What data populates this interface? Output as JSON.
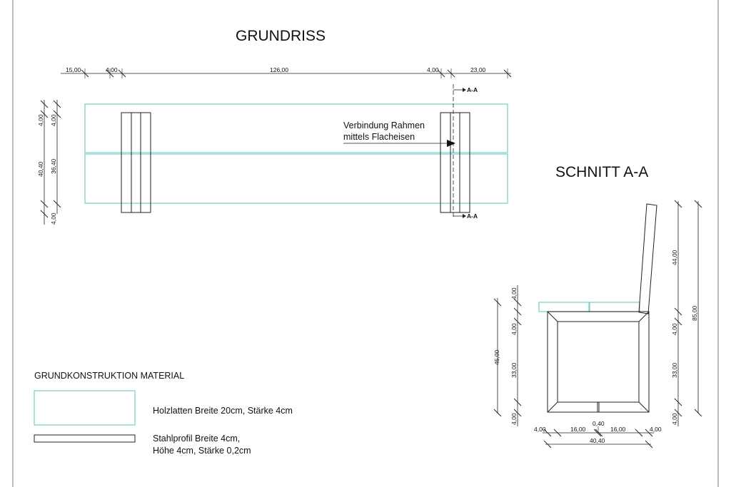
{
  "titles": {
    "plan": "GRUNDRISS",
    "section": "SCHNITT A-A"
  },
  "plan": {
    "top_dims": [
      "15,00",
      "4,00",
      "126,00",
      "4,00",
      "23,00"
    ],
    "left_dims_outer": [
      "4,00",
      "40,40",
      "4,00"
    ],
    "left_dims_inner": [
      "4,00",
      "36,40"
    ],
    "section_mark": "A-A",
    "section_mark_bottom": "A-A",
    "note_line1": "Verbindung Rahmen",
    "note_line2": "mittels Flacheisen"
  },
  "section": {
    "left_outer": "45,00",
    "left_inner": [
      "4,00",
      "4,00",
      "33,00",
      "4,00"
    ],
    "right_outer": "85,00",
    "right_inner": [
      "44,00",
      "4,00",
      "33,00",
      "4,00"
    ],
    "bottom_dims": [
      "4,00",
      "16,00",
      "16,00",
      "4,00"
    ],
    "center_dim": "0,40",
    "total_width": "40,40"
  },
  "legend": {
    "title": "GRUNDKONSTRUKTION MATERIAL",
    "wood_label": "Holzlatten Breite 20cm, Stärke 4cm",
    "steel_label_1": "Stahlprofil Breite 4cm,",
    "steel_label_2": "Höhe 4cm, Stärke 0,2cm"
  },
  "colors": {
    "wood": "#7fd1c8",
    "steel": "#222222"
  }
}
